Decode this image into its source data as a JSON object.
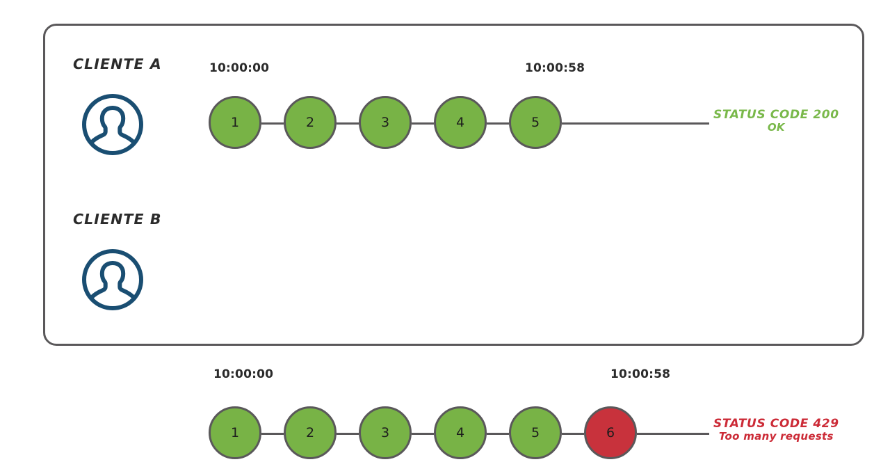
{
  "diagram": {
    "title": "rate-limiting-request-timeline",
    "colors": {
      "node_ok": "#78b346",
      "node_error": "#c8323c",
      "node_border": "#5a585a",
      "avatar": "#1a4e72",
      "status_ok": "#79b84a",
      "status_error": "#cc2b37",
      "frame": "#5a585a"
    }
  },
  "rows": [
    {
      "client_label": "CLIENTE A",
      "avatar_icon": "user-avatar-icon",
      "time_start": "10:00:00",
      "time_end": "10:00:58",
      "nodes": [
        {
          "label": "1",
          "state": "ok"
        },
        {
          "label": "2",
          "state": "ok"
        },
        {
          "label": "3",
          "state": "ok"
        },
        {
          "label": "4",
          "state": "ok"
        },
        {
          "label": "5",
          "state": "ok"
        }
      ],
      "status": {
        "code": "STATUS CODE 200",
        "description": "OK"
      }
    },
    {
      "client_label": "CLIENTE B",
      "avatar_icon": "user-avatar-icon",
      "time_start": "10:00:00",
      "time_end": "10:00:58",
      "nodes": [
        {
          "label": "1",
          "state": "ok"
        },
        {
          "label": "2",
          "state": "ok"
        },
        {
          "label": "3",
          "state": "ok"
        },
        {
          "label": "4",
          "state": "ok"
        },
        {
          "label": "5",
          "state": "ok"
        },
        {
          "label": "6",
          "state": "error"
        }
      ],
      "status": {
        "code": "STATUS CODE 429",
        "description": "Too many requests"
      }
    }
  ]
}
